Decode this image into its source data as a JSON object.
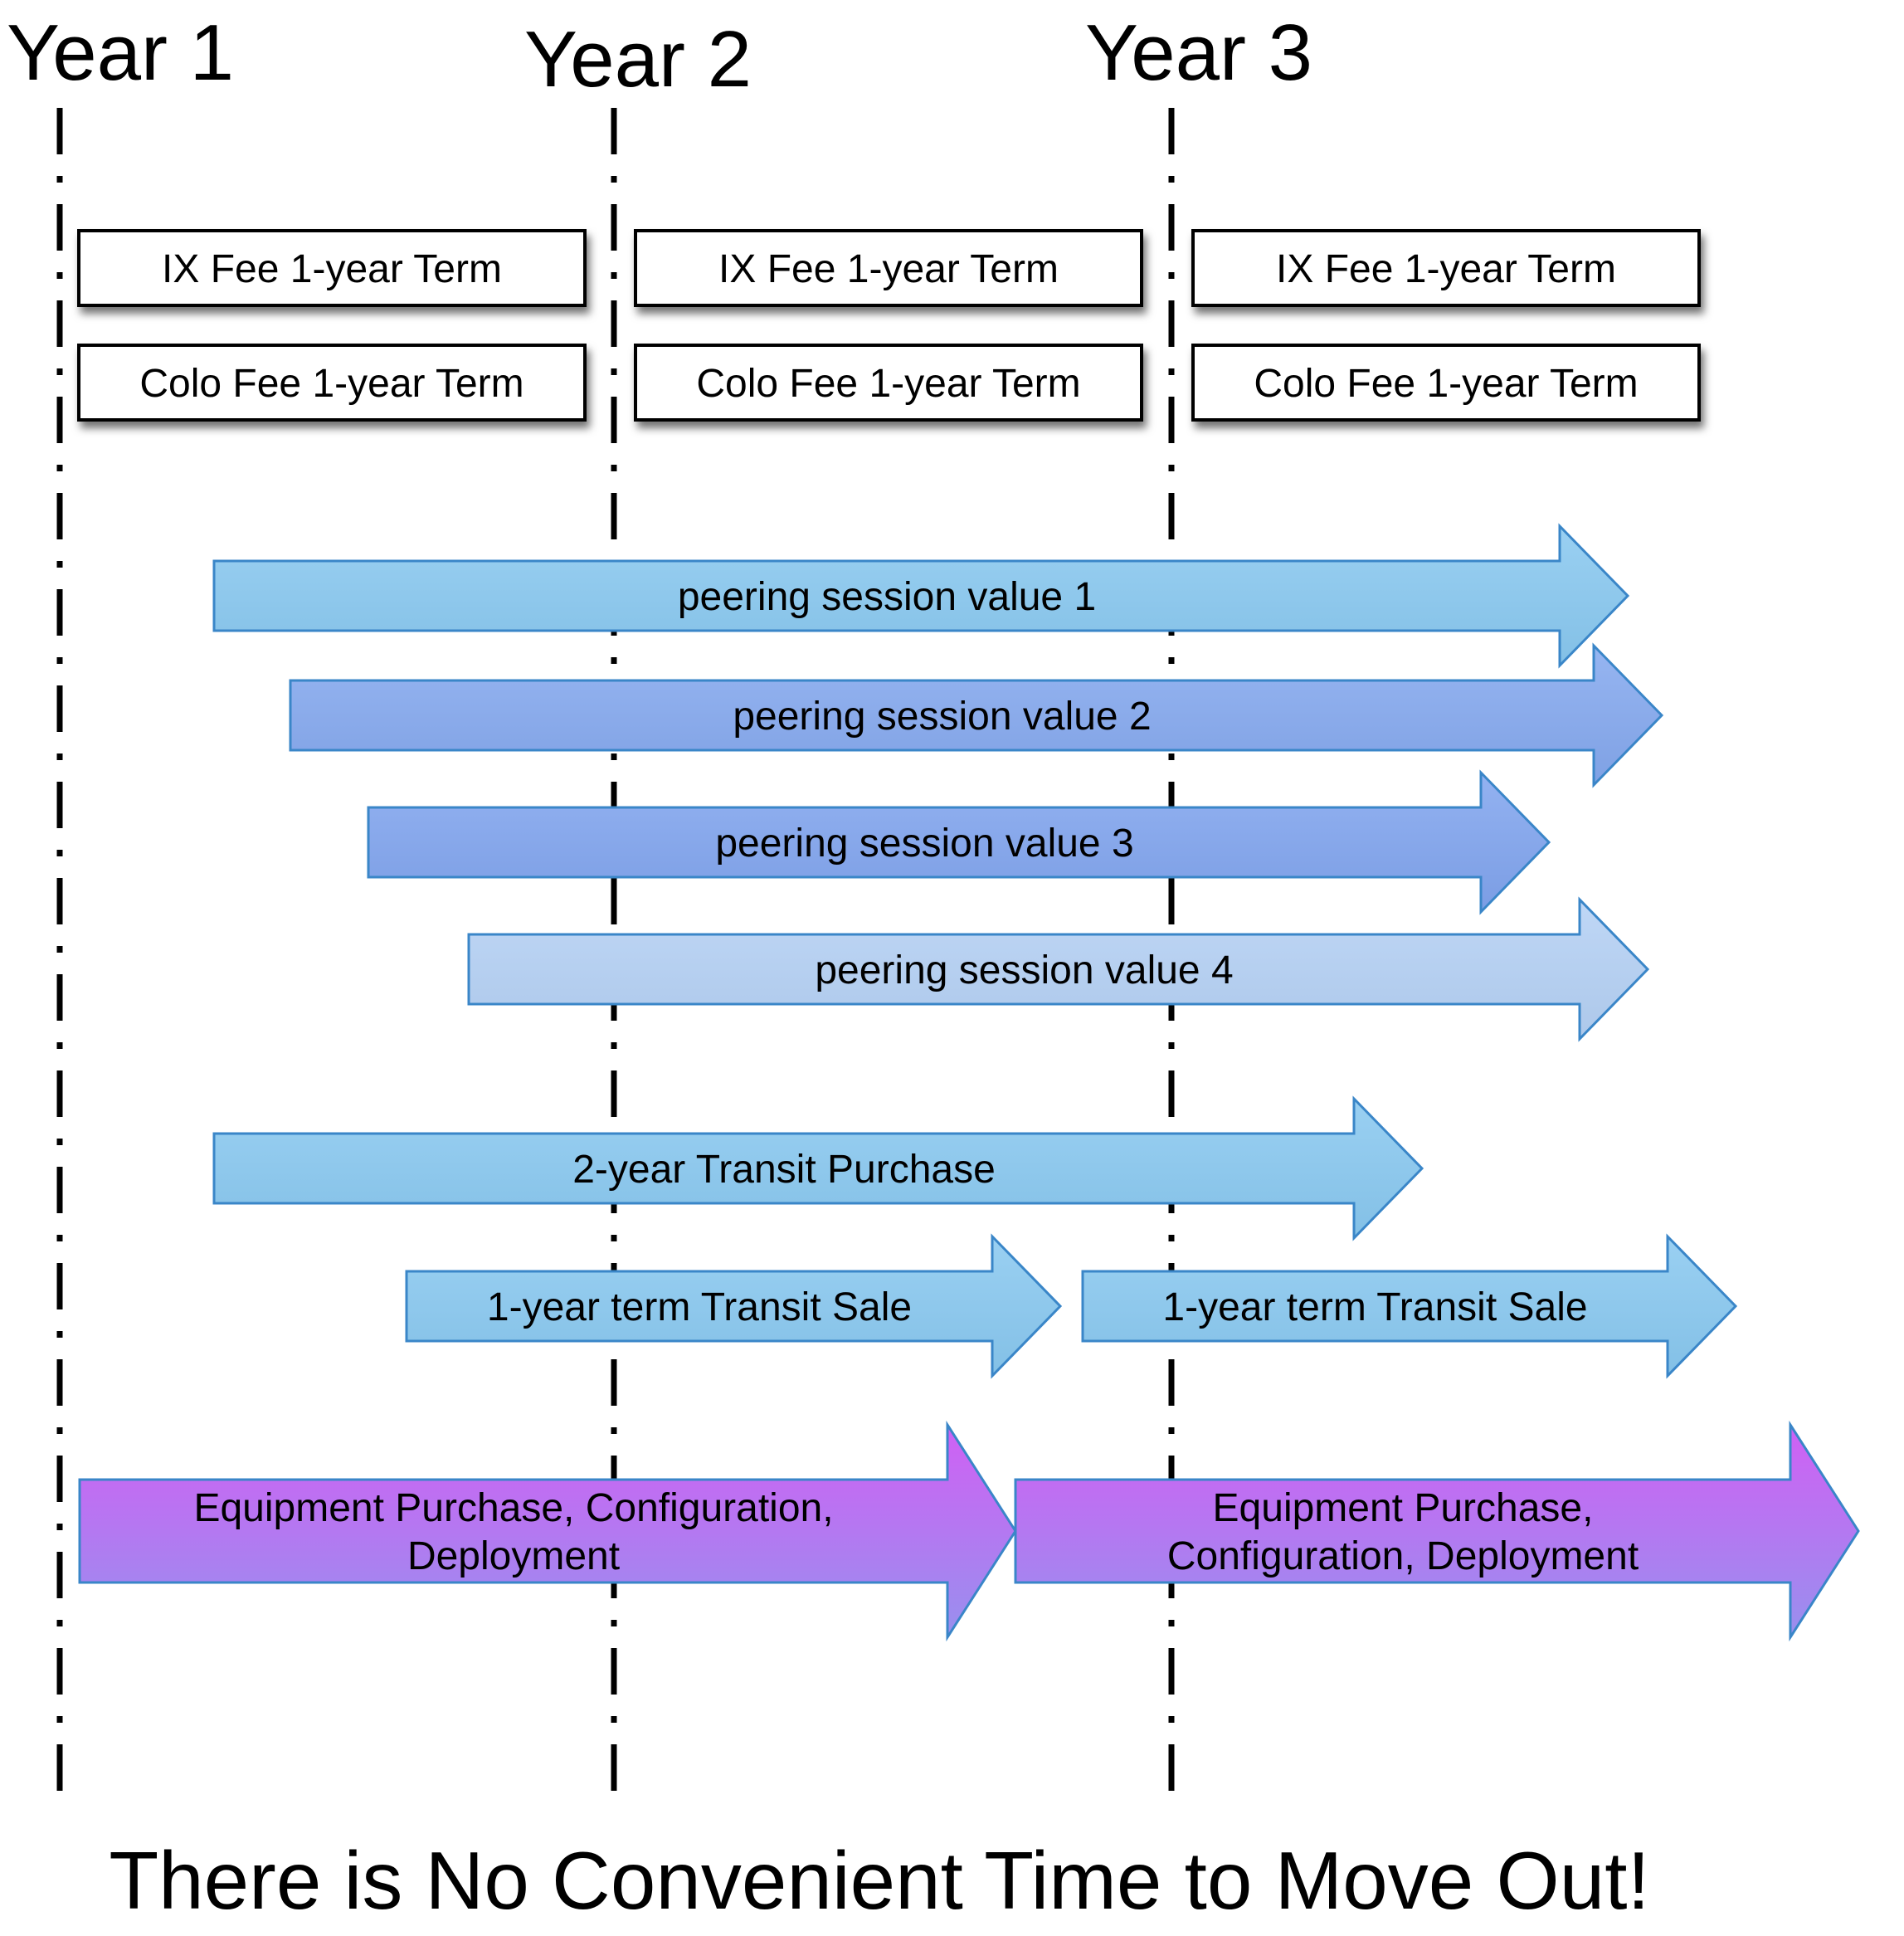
{
  "years": [
    "Year 1",
    "Year 2",
    "Year 3"
  ],
  "term_rows": [
    {
      "label": "IX Fee 1-year Term",
      "periods": [
        "Year 1",
        "Year 2",
        "Year 3"
      ]
    },
    {
      "label": "Colo Fee 1-year Term",
      "periods": [
        "Year 1",
        "Year 2",
        "Year 3"
      ]
    }
  ],
  "arrows": [
    {
      "id": "peering-session-value-1",
      "lines": [
        "peering session value 1"
      ],
      "color": "#88c8f0"
    },
    {
      "id": "peering-session-value-2",
      "lines": [
        "peering session value 2"
      ],
      "color": "#84a8ee"
    },
    {
      "id": "peering-session-value-3",
      "lines": [
        "peering session value 3"
      ],
      "color": "#80a4ee"
    },
    {
      "id": "peering-session-value-4",
      "lines": [
        "peering session value 4"
      ],
      "color": "#b4d0f4"
    },
    {
      "id": "transit-purchase-2-year",
      "lines": [
        "2-year Transit Purchase"
      ],
      "color": "#88c8f0"
    },
    {
      "id": "transit-sale-1-year-a",
      "lines": [
        "1-year term Transit Sale"
      ],
      "color": "#88c8f0"
    },
    {
      "id": "transit-sale-1-year-b",
      "lines": [
        "1-year term Transit Sale"
      ],
      "color": "#88c8f0"
    },
    {
      "id": "equipment-purchase-a",
      "lines": [
        "Equipment Purchase, Configuration,",
        "Deployment"
      ],
      "color": "#c060f0"
    },
    {
      "id": "equipment-purchase-b",
      "lines": [
        "Equipment Purchase,",
        "Configuration, Deployment"
      ],
      "color": "#c060f0"
    }
  ],
  "footer": "There is No Convenient Time to Move Out!"
}
